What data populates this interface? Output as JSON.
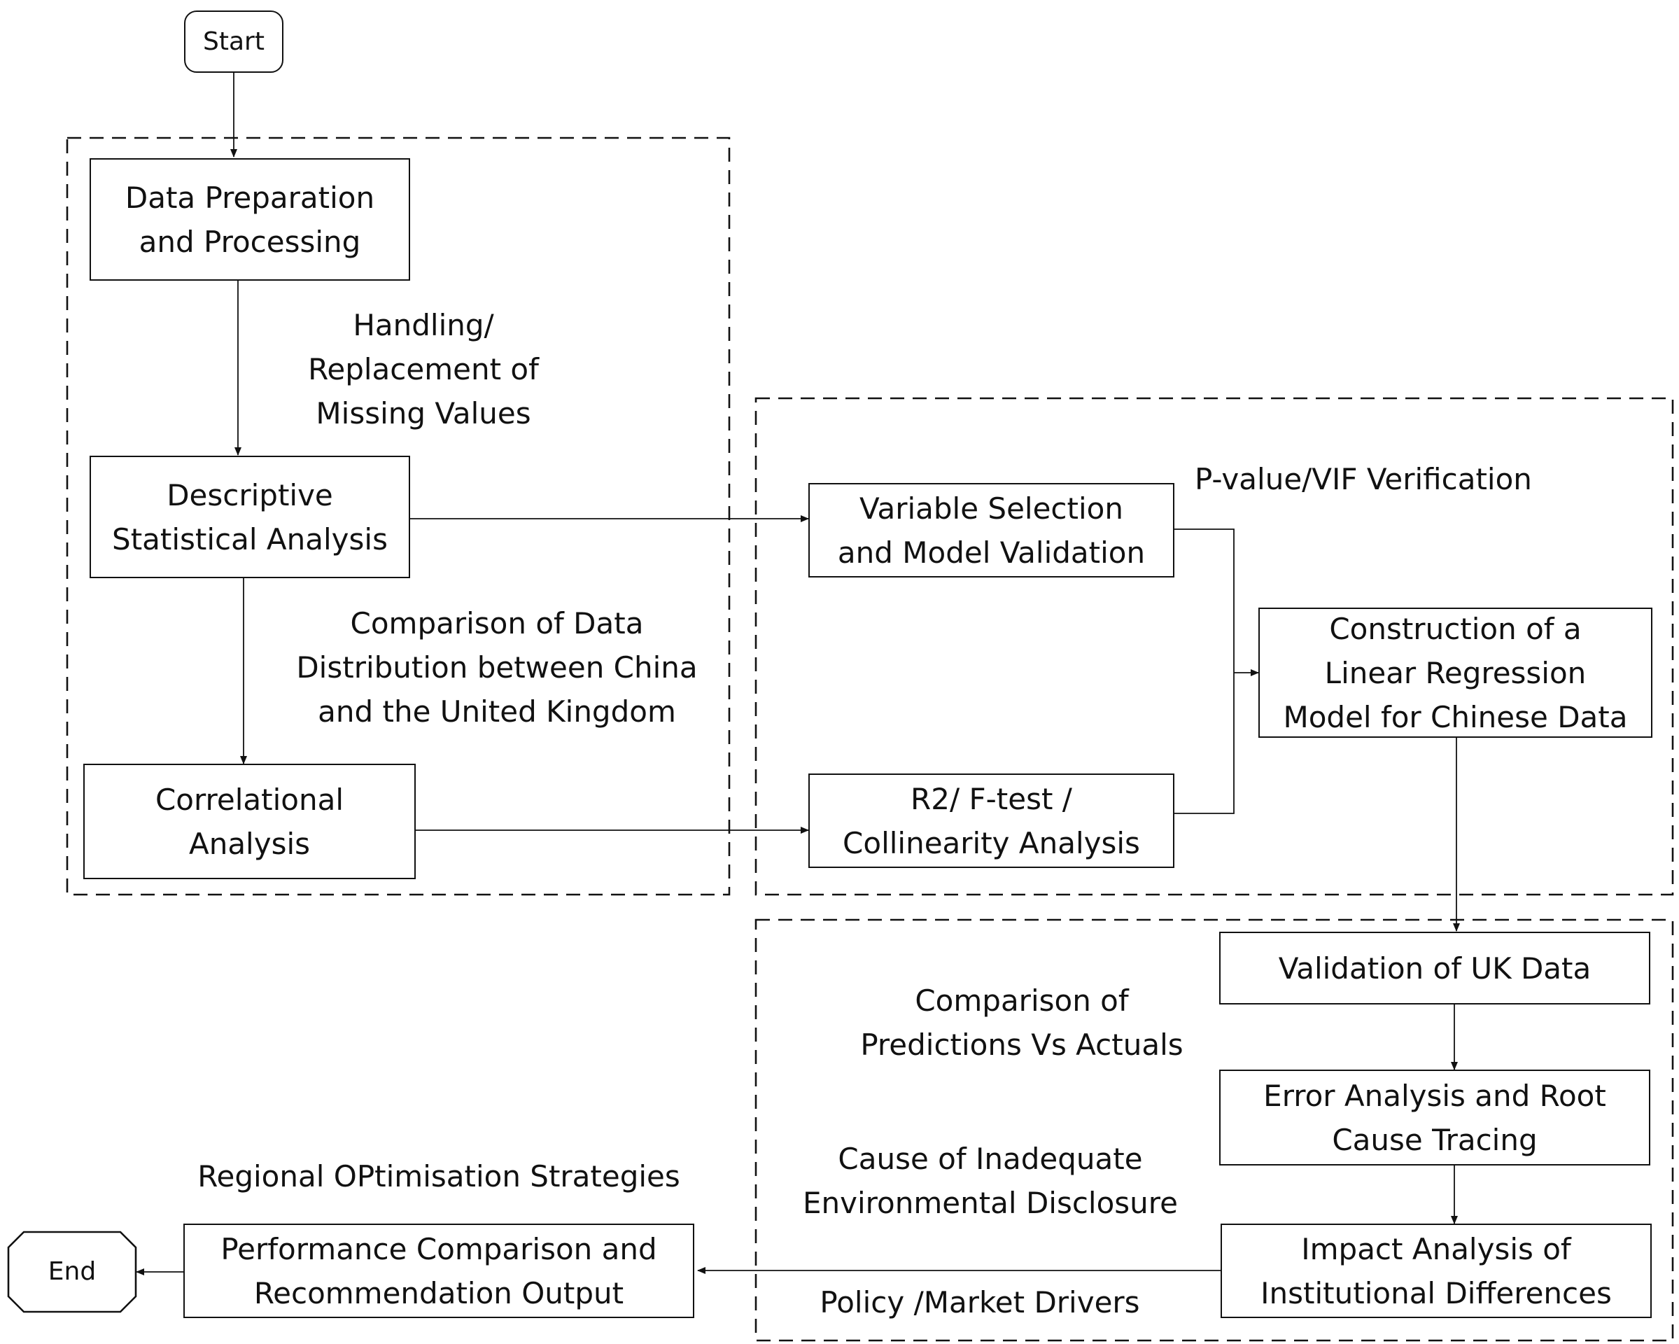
{
  "nodes": {
    "start": "Start",
    "end": "End",
    "data_prep": "Data Preparation\nand Processing",
    "descriptive": "Descriptive\nStatistical Analysis",
    "correlational": "Correlational\nAnalysis",
    "variable_selection": "Variable Selection\nand Model Validation",
    "r2_ftest": "R2/ F-test /\nCollinearity Analysis",
    "construction": "Construction of a\nLinear Regression\nModel for Chinese Data",
    "validation_uk": "Validation of UK Data",
    "error_analysis": "Error Analysis and Root\nCause Tracing",
    "impact_analysis": "Impact Analysis of\nInstitutional Differences",
    "performance": "Performance Comparison and\nRecommendation Output"
  },
  "labels": {
    "handling": "Handling/\nReplacement of\nMissing Values",
    "comparison_distribution": "Comparison of Data\nDistribution between China\nand the United Kingdom",
    "pvalue": "P-value/VIF Verification",
    "comparison_predictions": "Comparison of\nPredictions Vs Actuals",
    "cause_inadequate": "Cause of Inadequate\nEnvironmental Disclosure",
    "policy": "Policy /Market Drivers",
    "regional": "Regional OPtimisation Strategies"
  }
}
